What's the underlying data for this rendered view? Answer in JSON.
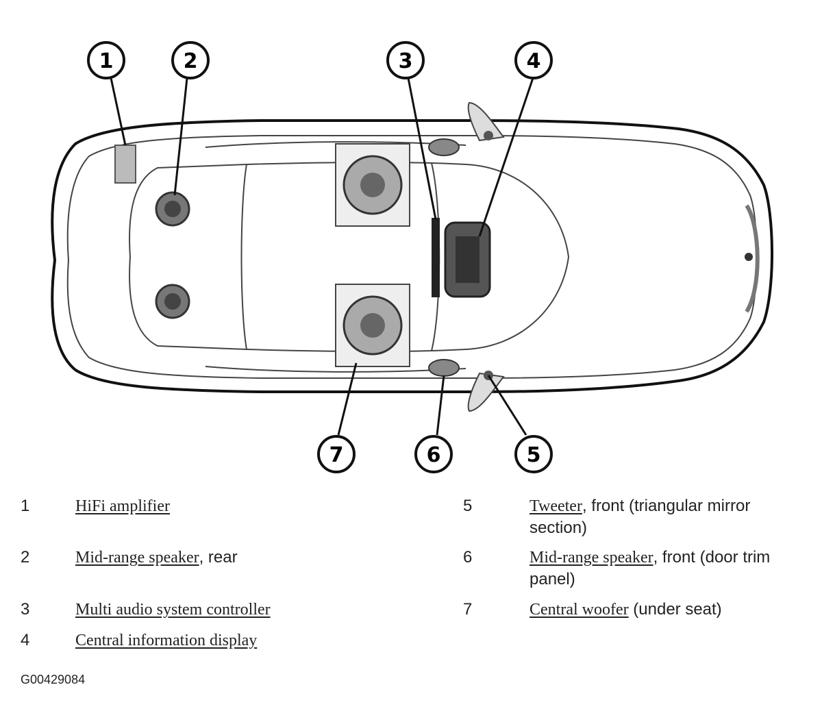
{
  "callouts": [
    "1",
    "2",
    "3",
    "4",
    "5",
    "6",
    "7"
  ],
  "legend": [
    {
      "number": "1",
      "term": "HiFi amplifier",
      "rest": ""
    },
    {
      "number": "2",
      "term": "Mid-range speaker",
      "rest": ", rear"
    },
    {
      "number": "3",
      "term": "Multi audio system controller",
      "rest": ""
    },
    {
      "number": "4",
      "term": "Central information display",
      "rest": ""
    },
    {
      "number": "5",
      "term": "Tweeter",
      "rest": ", front (triangular mirror section)"
    },
    {
      "number": "6",
      "term": "Mid-range speaker",
      "rest": ", front (door trim panel)"
    },
    {
      "number": "7",
      "term": "Central woofer",
      "rest": " (under seat)"
    }
  ],
  "figure_code": "G00429084"
}
